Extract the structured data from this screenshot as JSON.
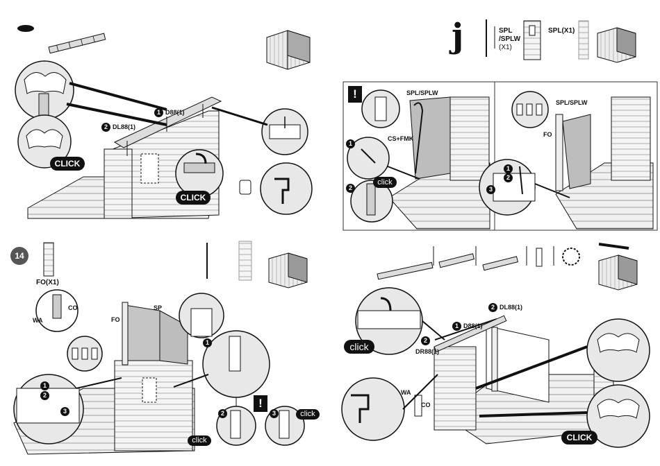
{
  "q1": {
    "d88_label": "D88(1)",
    "dl88_label": "DL88(1)",
    "click_left": "CLICK",
    "click_center": "CLICK",
    "callout_num_1": "1",
    "callout_num_2": "2"
  },
  "q2": {
    "step_letter": "j",
    "header_part_1": "SPL",
    "header_part_2": "/SPLW",
    "header_qty": "(X1)",
    "header_part_3": "SPL(X1)",
    "warning": "!",
    "panel_a_title": "SPL/SPLW",
    "panel_a_fastener": "CS+FMK",
    "panel_a_click": "click",
    "panel_b_title": "SPL/SPLW",
    "panel_b_part": "FO",
    "num_1": "1",
    "num_2": "2",
    "num_3": "3"
  },
  "q3": {
    "step_number": "14",
    "part_label": "FO(X1)",
    "co_label": "CO",
    "wa_label": "WA",
    "fo_label": "FO",
    "sp_label": "SP",
    "warning": "!",
    "click_1": "click",
    "click_2": "click",
    "num_1": "1",
    "num_2": "2",
    "num_3": "3"
  },
  "q4": {
    "dl88_label": "DL88(1)",
    "d88_label": "D88(1)",
    "dr88_label": "DR88(1)",
    "wa_label": "WA",
    "co_label": "CO",
    "click_left": "click",
    "click_right": "CLICK",
    "num_1": "1",
    "num_2": "2"
  },
  "colors": {
    "ink": "#111111",
    "panel": "#bdbdbd",
    "wood": "#e6e6e6",
    "accent": "#ffffff"
  }
}
